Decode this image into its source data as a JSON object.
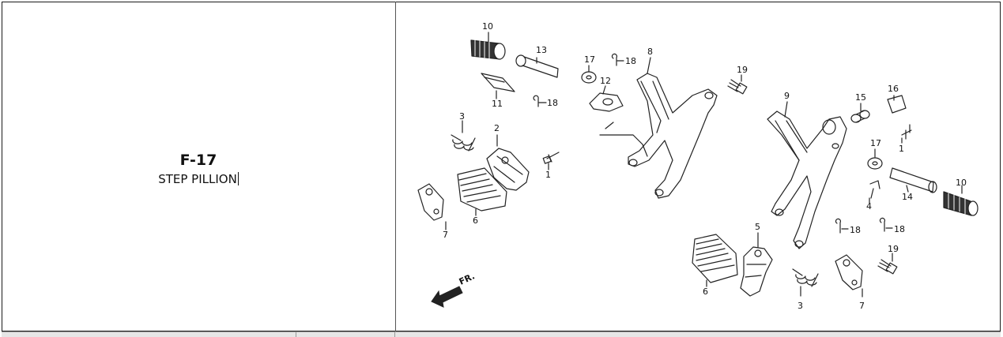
{
  "part": {
    "code": "F-17",
    "name": "STEP PILLION"
  },
  "diagram": {
    "direction_label": "FR.",
    "callouts": [
      "10",
      "13",
      "17",
      "18",
      "8",
      "19",
      "11",
      "18",
      "12",
      "9",
      "15",
      "16",
      "3",
      "2",
      "1",
      "17",
      "1",
      "14",
      "10",
      "4",
      "7",
      "6",
      "5",
      "18",
      "18",
      "19",
      "6",
      "3",
      "7"
    ]
  }
}
